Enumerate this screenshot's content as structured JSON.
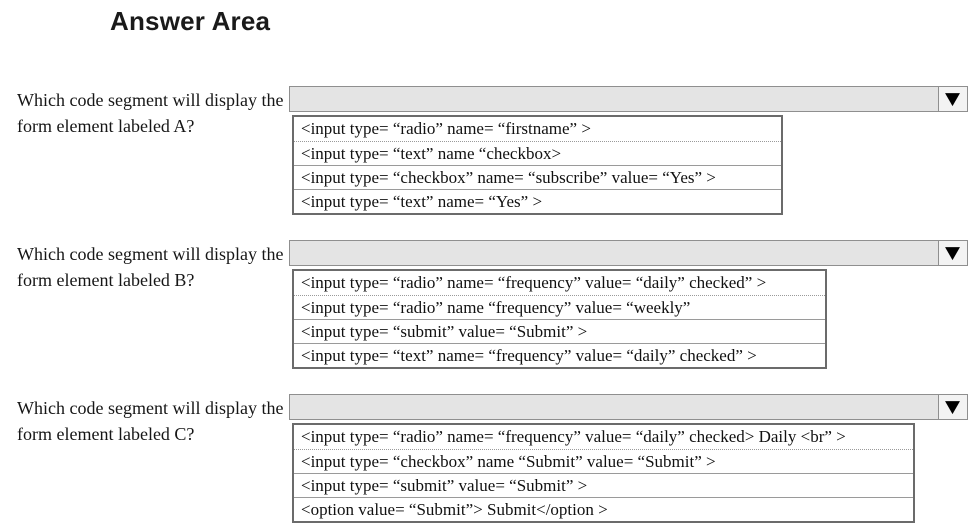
{
  "title": "Answer Area",
  "icons": {
    "caret_down": "▼"
  },
  "colors": {
    "dropdown_bar": "#e4e4e4",
    "dropdown_border": "#8f8f8f",
    "list_border": "#6b6b6b",
    "text": "#111111",
    "background": "#ffffff"
  },
  "questions": [
    {
      "id": "A",
      "prompt": "Which code segment will display the form element labeled A?",
      "dropdown": {
        "selected_value": ""
      },
      "options": [
        "<input type= “radio” name= “firstname” >",
        "<input type= “text” name “checkbox>",
        "<input type= “checkbox” name= “subscribe” value= “Yes” >",
        "<input type= “text” name= “Yes” >"
      ]
    },
    {
      "id": "B",
      "prompt": "Which code segment will display the form element labeled B?",
      "dropdown": {
        "selected_value": ""
      },
      "options": [
        "<input type= “radio” name= “frequency” value= “daily” checked” >",
        "<input type= “radio” name “frequency” value= “weekly”",
        "<input type= “submit” value= “Submit” >",
        "<input type= “text” name= “frequency” value= “daily” checked” >"
      ]
    },
    {
      "id": "C",
      "prompt": "Which code segment will display the form element labeled C?",
      "dropdown": {
        "selected_value": ""
      },
      "options": [
        "<input type= “radio” name= “frequency” value= “daily” checked> Daily <br” >",
        "<input type= “checkbox” name “Submit” value= “Submit” >",
        "<input type= “submit” value= “Submit” >",
        "<option value= “Submit”> Submit</option >"
      ]
    }
  ]
}
